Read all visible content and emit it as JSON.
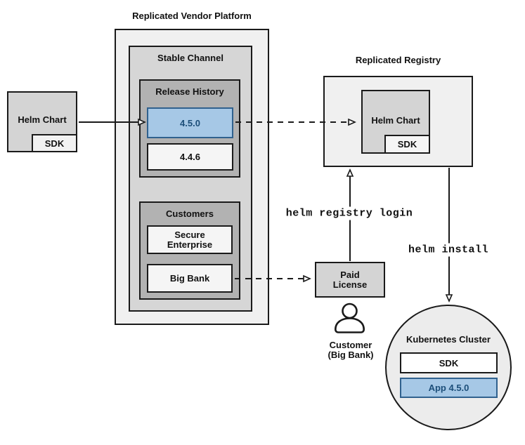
{
  "colors": {
    "container_light": "#f0f0f0",
    "container_medium": "#d6d6d6",
    "container_dark": "#b2b2b2",
    "item_light": "#f5f5f5",
    "box_gray": "#d4d4d4",
    "highlight_fill": "#a6c8e6",
    "highlight_border": "#30618e",
    "highlight_text": "#1c4e79",
    "border": "#1a1a1a"
  },
  "source_helm_chart": {
    "label": "Helm Chart",
    "sdk_label": "SDK"
  },
  "vendor_platform": {
    "title": "Replicated Vendor Platform",
    "stable_channel": {
      "title": "Stable Channel",
      "release_history": {
        "title": "Release History",
        "releases": [
          {
            "version": "4.5.0",
            "highlighted": true
          },
          {
            "version": "4.4.6",
            "highlighted": false
          }
        ]
      },
      "customers": {
        "title": "Customers",
        "items": [
          {
            "name": "Secure\nEnterprise"
          },
          {
            "name": "Big Bank"
          }
        ]
      }
    }
  },
  "registry": {
    "title": "Replicated Registry",
    "helm_chart": {
      "label": "Helm Chart",
      "sdk_label": "SDK"
    }
  },
  "paid_license": {
    "label": "Paid\nLicense"
  },
  "customer": {
    "label": "Customer\n(Big Bank)"
  },
  "commands": {
    "registry_login": "helm registry login",
    "install": "helm install"
  },
  "kubernetes_cluster": {
    "title": "Kubernetes Cluster",
    "sdk_label": "SDK",
    "app_label": "App 4.5.0"
  }
}
